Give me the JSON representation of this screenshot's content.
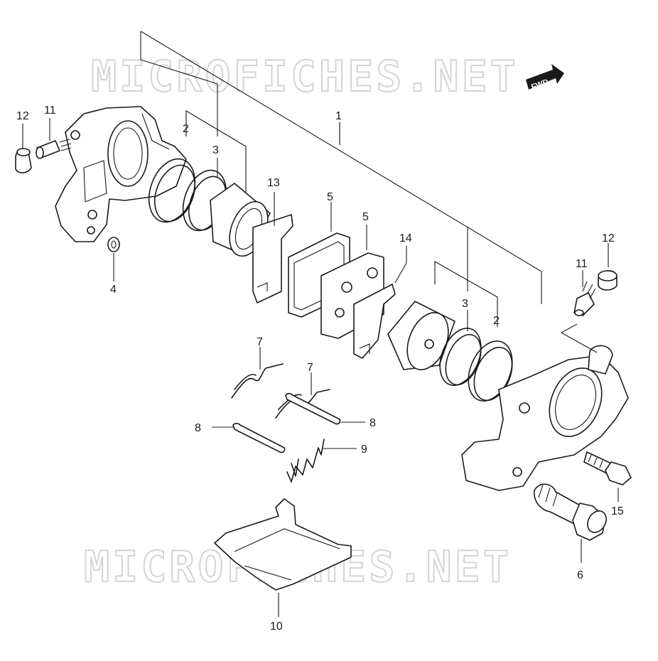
{
  "watermark": {
    "text": "MICROFICHES.NET"
  },
  "direction_badge": {
    "text": "FWD"
  },
  "callouts": {
    "c1": "1",
    "c2a": "2",
    "c2b": "2",
    "c3a": "3",
    "c3b": "3",
    "c4": "4",
    "c5a": "5",
    "c5b": "5",
    "c6": "6",
    "c7a": "7",
    "c7b": "7",
    "c8a": "8",
    "c8b": "8",
    "c9": "9",
    "c10": "10",
    "c11a": "11",
    "c11b": "11",
    "c12a": "12",
    "c12b": "12",
    "c13": "13",
    "c14": "14",
    "c15": "15"
  }
}
